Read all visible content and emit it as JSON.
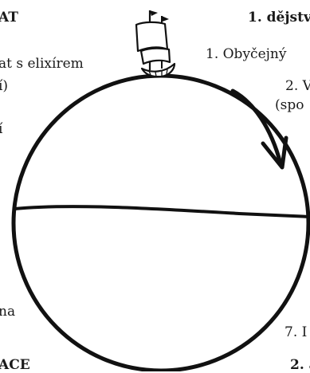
{
  "left_column": {
    "title_fragment": "AT",
    "line1": "at s elixírem",
    "line2": "í)",
    "line3": "í",
    "line4": "na",
    "footer_fragment": "ACE"
  },
  "right_column": {
    "title": "1. dějstv",
    "step1": "1. Obyčejný",
    "step2_line1": "2. V",
    "step2_line2": "(spo",
    "step7": "7. I",
    "footer": "2. a"
  },
  "icons": {
    "ship": "sailing-ship-icon",
    "arrow": "curved-arrow-icon"
  }
}
